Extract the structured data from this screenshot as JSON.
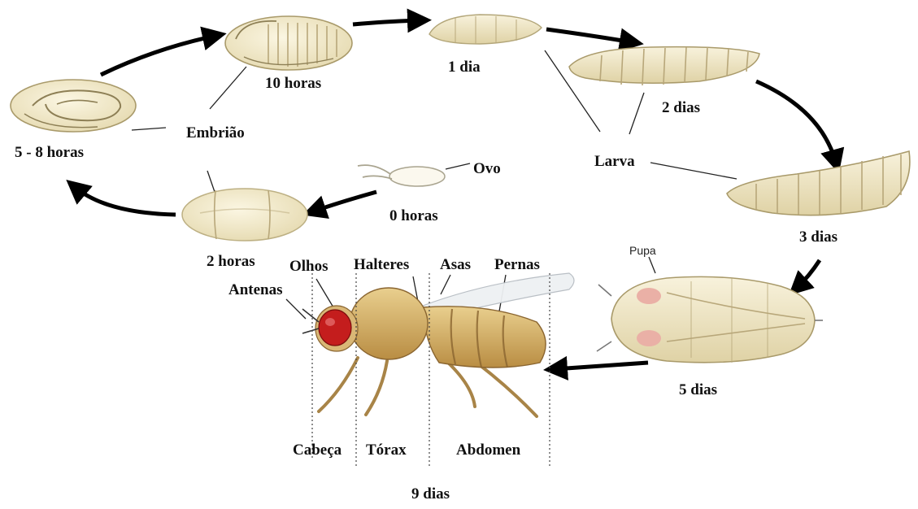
{
  "stages": {
    "t_0h": "0 horas",
    "t_2h": "2 horas",
    "t_5_8h": "5 - 8 horas",
    "t_10h": "10 horas",
    "t_1d": "1 dia",
    "t_2d": "2 dias",
    "t_3d": "3 dias",
    "t_5d": "5 dias",
    "t_9d": "9 dias"
  },
  "names": {
    "ovo": "Ovo",
    "embriao": "Embrião",
    "larva": "Larva",
    "pupa": "Pupa"
  },
  "fly_parts": {
    "olhos": "Olhos",
    "halteres": "Halteres",
    "asas": "Asas",
    "pernas": "Pernas",
    "antenas": "Antenas"
  },
  "body_regions": {
    "cabeca": "Cabeça",
    "torax": "Tórax",
    "abdomen": "Abdomen"
  },
  "colors": {
    "organism": "#efe6c6",
    "outline": "#8d7f55",
    "eye": "#c41d1d",
    "arrow": "#000000"
  }
}
